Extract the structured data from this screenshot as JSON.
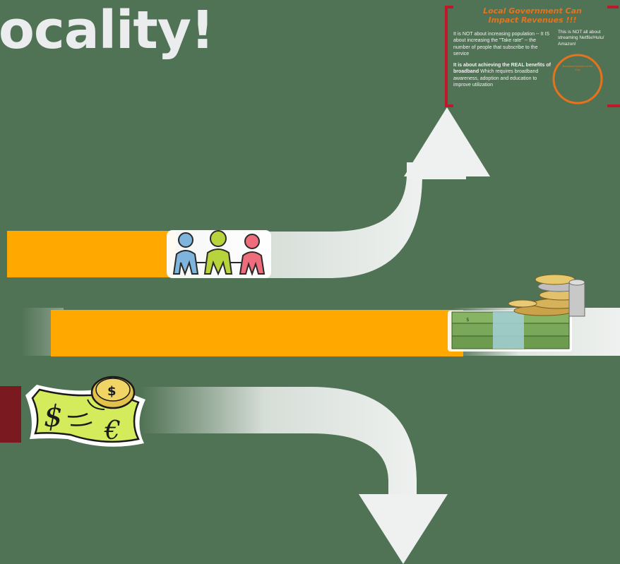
{
  "slide": {
    "title": "ocality!"
  },
  "info_box": {
    "heading_line1": "Local Government Can",
    "heading_line2": "Impact Revenues !!!",
    "left_p1": "It is NOT about increasing population -- It IS about increasing the \"Take rate\" -- the number of people that subscribe to the service",
    "left_p2_bold": "It is about achieving the REAL benefits of broadband",
    "left_p2_rest": "Which requires broadband awareness, adoption and education to improve utilization",
    "right_text": "This is NOT all about streaming Netflix/Hulu/ Amazon!",
    "circle_text": "Broadband Adoption for the Why"
  },
  "colors": {
    "background": "#517355",
    "orange_bar": "#ffa800",
    "red_accent": "#c0182a",
    "orange_accent": "#e6731c",
    "arrow_white": "#eef1ef"
  },
  "icons": {
    "people": "people-holding-hands-icon",
    "money_stack": "money-stack-with-coins-icon",
    "dollar_euro_note": "dollar-euro-banknote-icon"
  }
}
